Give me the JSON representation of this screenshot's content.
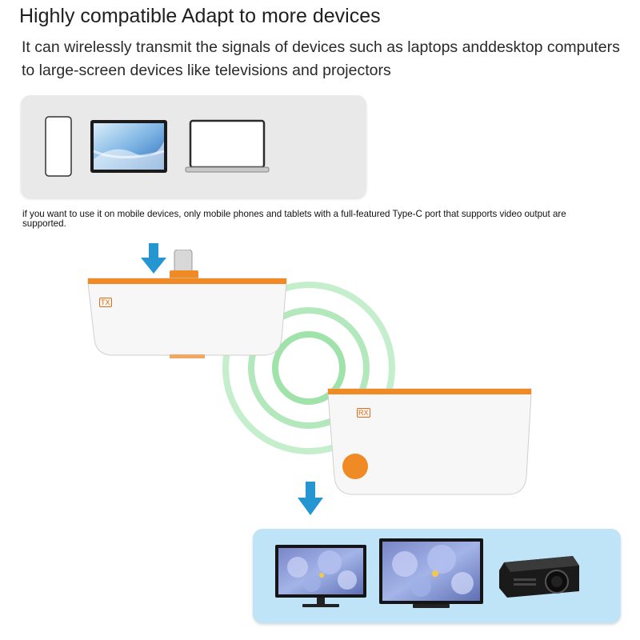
{
  "header": {
    "title": "Highly compatible Adapt to more devices",
    "subtitle": "It can wirelessly transmit the signals of devices such as laptops anddesktop computers to large-screen devices like televisions and projectors"
  },
  "note": "if you want to use it on mobile devices, only mobile phones and tablets with a full-featured Type-C port that supports video output are supported.",
  "tx_dongle": {
    "label": "TX"
  },
  "rx_dongle": {
    "label": "RX"
  },
  "colors": {
    "accent": "#f08a24",
    "arrow": "#2596d1",
    "signal": "#7fd98e",
    "panel_top": "#e9e9e9",
    "panel_bottom": "#bfe4f7"
  },
  "source_devices": [
    "phone-icon",
    "tablet-icon",
    "laptop-icon"
  ],
  "display_devices": [
    "monitor-icon",
    "tv-icon",
    "projector-icon"
  ]
}
